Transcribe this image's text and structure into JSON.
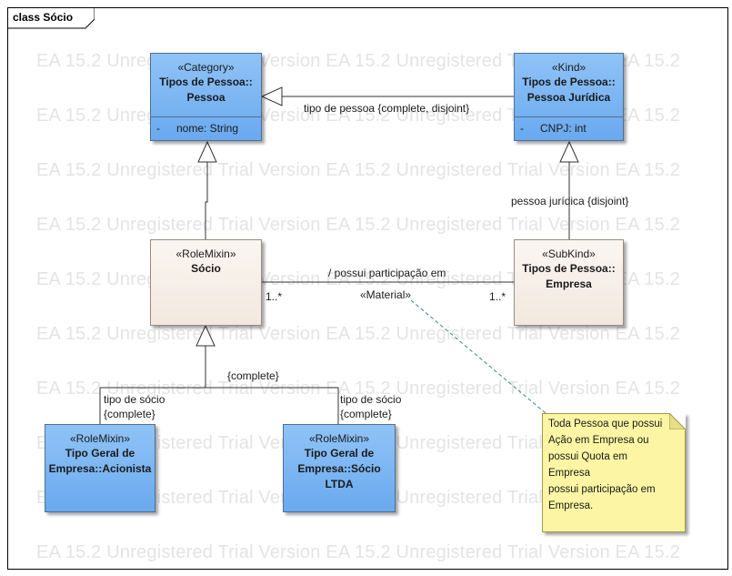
{
  "frame": {
    "label": "class Sócio"
  },
  "watermark": "EA 15.2 Unregistered Trial Version EA 15.2 Unregistered Trial Version EA 15.2",
  "classes": {
    "pessoa": {
      "stereotype": "«Category»",
      "name_line1": "Tipos de Pessoa::",
      "name_line2": "Pessoa",
      "attr_vis": "-",
      "attr": "nome: String"
    },
    "pessoa_juridica": {
      "stereotype": "«Kind»",
      "name_line1": "Tipos de Pessoa::",
      "name_line2": "Pessoa Jurídica",
      "attr_vis": "-",
      "attr": "CNPJ: int"
    },
    "socio": {
      "stereotype": "«RoleMixin»",
      "name_line1": "Sócio"
    },
    "empresa": {
      "stereotype": "«SubKind»",
      "name_line1": "Tipos de Pessoa::",
      "name_line2": "Empresa"
    },
    "acionista": {
      "stereotype": "«RoleMixin»",
      "name_line1": "Tipo Geral de",
      "name_line2": "Empresa::Acionista"
    },
    "socio_ltda": {
      "stereotype": "«RoleMixin»",
      "name_line1": "Tipo Geral de",
      "name_line2": "Empresa::Sócio",
      "name_line3": "LTDA"
    }
  },
  "relations": {
    "tipo_pessoa": "tipo de pessoa {complete, disjoint}",
    "pessoa_juridica_gen": "pessoa jurídica {disjoint}",
    "association_name": "/ possui participação em",
    "association_stereotype": "«Material»",
    "mult_left": "1..*",
    "mult_right": "1..*",
    "complete": "{complete}",
    "tipo_socio_left_1": "tipo de sócio",
    "tipo_socio_left_2": "{complete}",
    "tipo_socio_right_1": "tipo de sócio",
    "tipo_socio_right_2": "{complete}"
  },
  "note": {
    "lines": [
      "Toda Pessoa que possui",
      "Ação em Empresa ou",
      "possui Quota em Empresa",
      "possui participação em",
      "Empresa."
    ]
  },
  "colors": {
    "class_blue": "#7ab4f2",
    "class_beige": "#f6eee6",
    "note_yellow": "#fcf6a4"
  }
}
